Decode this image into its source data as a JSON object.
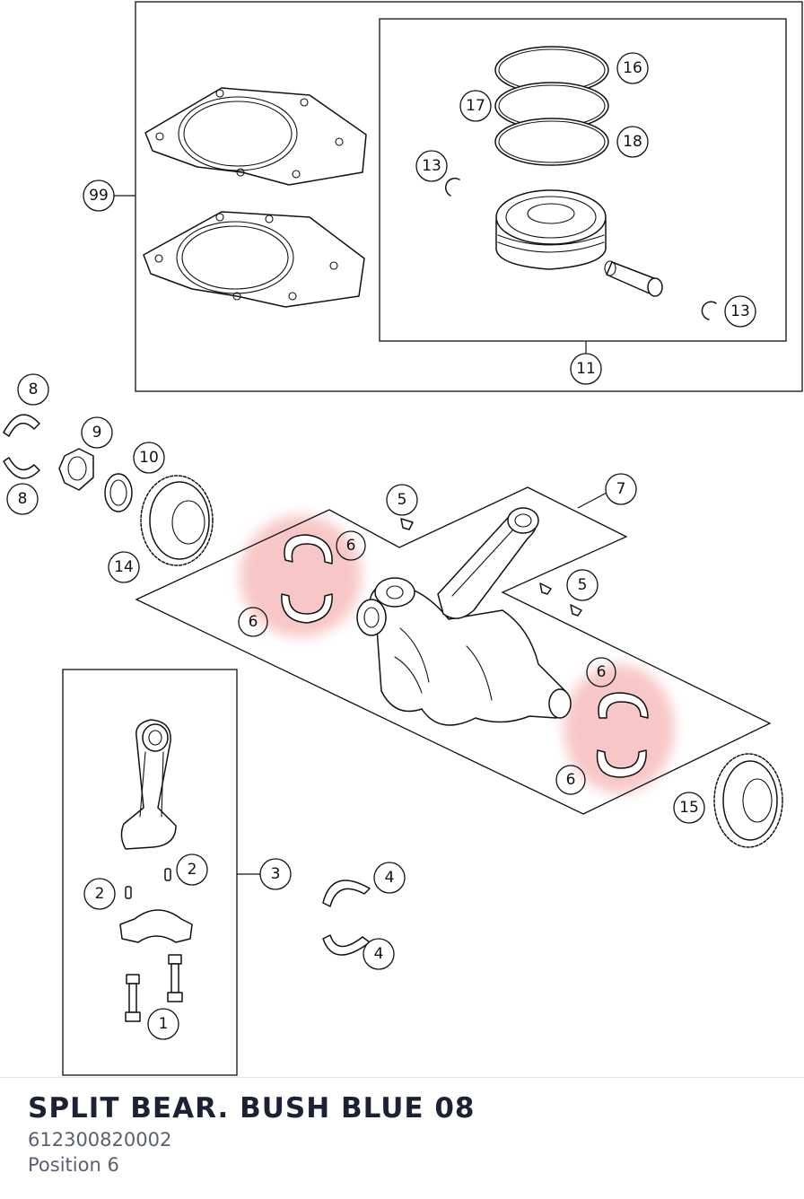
{
  "callouts": [
    {
      "id": "c99",
      "label": "99"
    },
    {
      "id": "c16",
      "label": "16"
    },
    {
      "id": "c17",
      "label": "17"
    },
    {
      "id": "c18",
      "label": "18"
    },
    {
      "id": "c13a",
      "label": "13"
    },
    {
      "id": "c13b",
      "label": "13"
    },
    {
      "id": "c11",
      "label": "11"
    },
    {
      "id": "c8a",
      "label": "8"
    },
    {
      "id": "c8b",
      "label": "8"
    },
    {
      "id": "c9",
      "label": "9"
    },
    {
      "id": "c10",
      "label": "10"
    },
    {
      "id": "c14",
      "label": "14"
    },
    {
      "id": "c5a",
      "label": "5"
    },
    {
      "id": "c7",
      "label": "7"
    },
    {
      "id": "c5b",
      "label": "5"
    },
    {
      "id": "c6a",
      "label": "6"
    },
    {
      "id": "c6b",
      "label": "6"
    },
    {
      "id": "c6c",
      "label": "6"
    },
    {
      "id": "c6d",
      "label": "6"
    },
    {
      "id": "c15",
      "label": "15"
    },
    {
      "id": "c2a",
      "label": "2"
    },
    {
      "id": "c2b",
      "label": "2"
    },
    {
      "id": "c3",
      "label": "3"
    },
    {
      "id": "c4a",
      "label": "4"
    },
    {
      "id": "c4b",
      "label": "4"
    },
    {
      "id": "c1",
      "label": "1"
    }
  ],
  "highlight": {
    "position": "6",
    "color": "#f29a9a"
  },
  "footer": {
    "title": "SPLIT BEAR. BUSH BLUE 08",
    "part_number": "612300820002",
    "position": "Position 6"
  }
}
